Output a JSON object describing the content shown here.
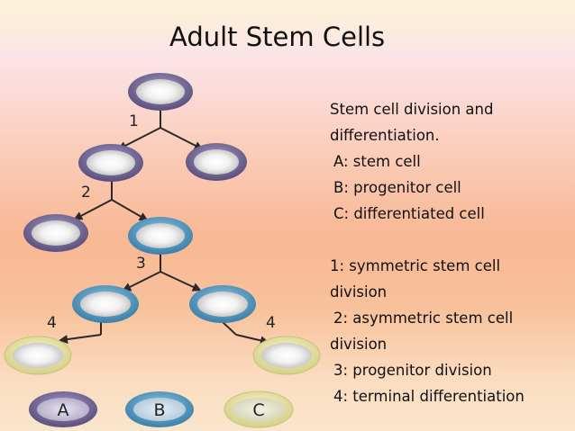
{
  "title": "Adult Stem Cells",
  "caption": {
    "heading_line1": "Stem cell division and",
    "heading_line2": "differentiation.",
    "cell_key": [
      "A: stem cell",
      "B: progenitor cell",
      "C: differentiated cell"
    ],
    "division_key": [
      "1: symmetric stem cell",
      "division",
      "2: asymmetric stem cell",
      "division",
      "3: progenitor division",
      "4: terminal differentiation"
    ]
  },
  "diagram": {
    "step_labels": {
      "step1": "1",
      "step2": "2",
      "step3": "3",
      "step4_left": "4",
      "step4_right": "4"
    },
    "legend": {
      "a": "A",
      "b": "B",
      "c": "C"
    }
  },
  "colors": {
    "stem_cell_rim": "#7a6c9c",
    "progenitor_cell_rim": "#5ea2c8",
    "differentiated_cell_rim": "#e8e4a0",
    "arrow": "#2a2a2a"
  }
}
